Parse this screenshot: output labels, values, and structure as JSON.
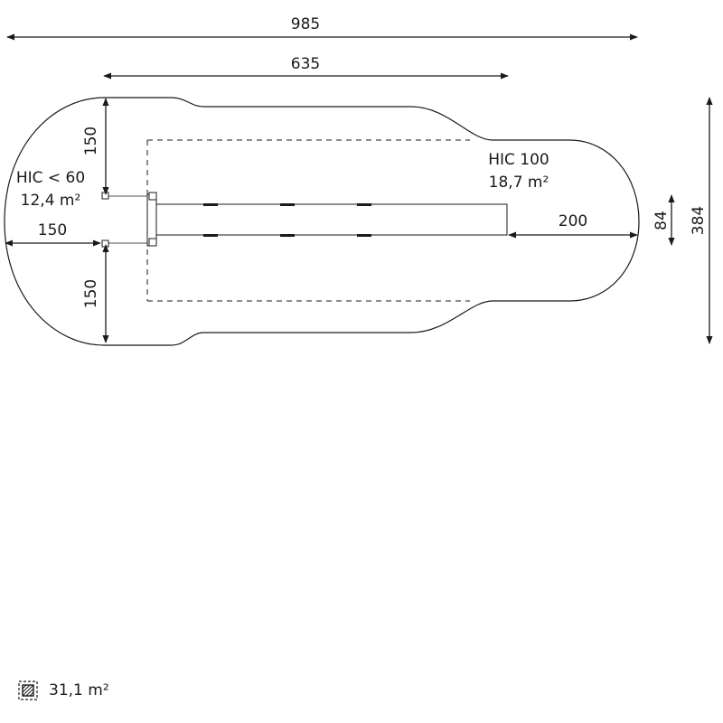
{
  "dimensions": {
    "total_length": "985",
    "equipment_length": "635",
    "total_width": "384",
    "equipment_width": "84",
    "side_clearance_top": "150",
    "side_clearance_bottom": "150",
    "end_clearance_left": "150",
    "end_clearance_right": "200"
  },
  "zones": {
    "left": {
      "hic": "HIC < 60",
      "area": "12,4 m²"
    },
    "main": {
      "hic": "HIC 100",
      "area": "18,7 m²"
    }
  },
  "legend": {
    "icon": "hatched-area-icon",
    "total_area": "31,1 m²"
  }
}
